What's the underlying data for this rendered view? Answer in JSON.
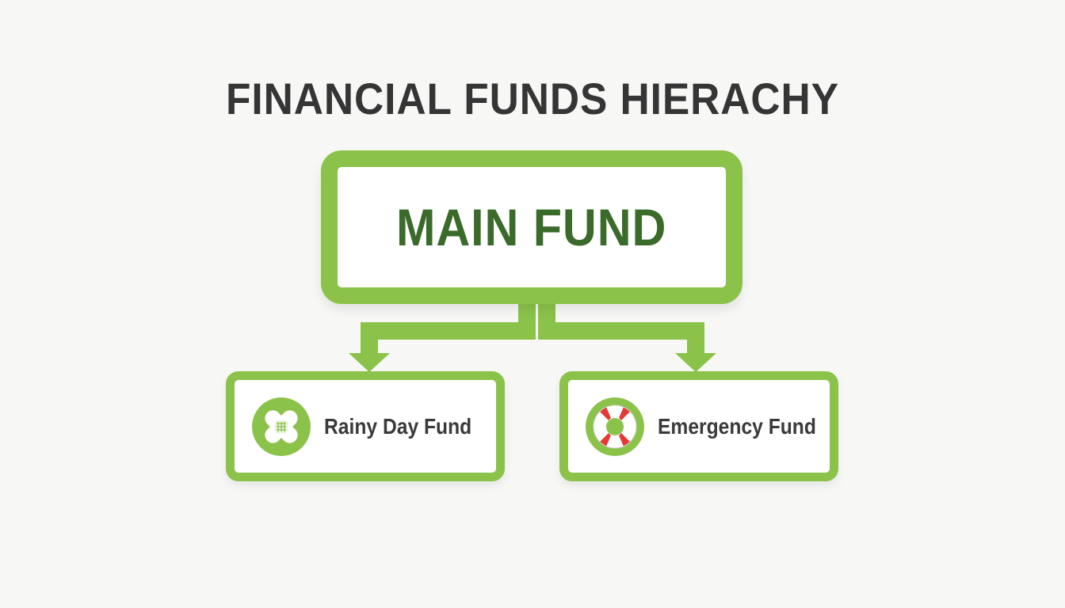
{
  "title": "FINANCIAL FUNDS HIERACHY",
  "root": {
    "label": "MAIN FUND"
  },
  "children": [
    {
      "label": "Rainy Day Fund",
      "icon": "bandage-icon"
    },
    {
      "label": "Emergency Fund",
      "icon": "life-ring-icon"
    }
  ],
  "colors": {
    "accent_green": "#8bc34a",
    "dark_green_text": "#3a6b2a",
    "title_text": "#353535",
    "life_ring_red": "#e53935",
    "background": "#f7f8f6"
  }
}
